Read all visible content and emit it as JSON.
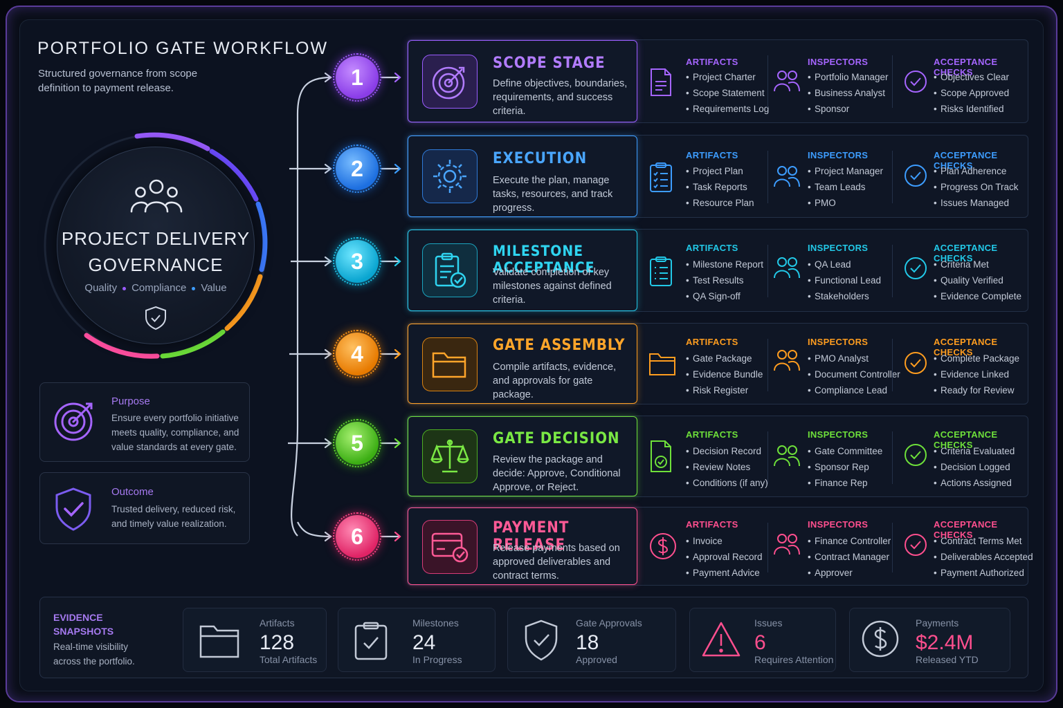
{
  "header": {
    "title": "PORTFOLIO GATE  WORKFLOW",
    "subtitle": "Structured governance from scope definition to payment release."
  },
  "core": {
    "title_line1": "PROJECT DELIVERY",
    "title_line2": "GOVERNANCE",
    "tags": [
      "Quality",
      "Compliance",
      "Value"
    ]
  },
  "purpose": {
    "title": "Purpose",
    "text": "Ensure every portfolio initiative meets quality, compliance, and value standards at every gate."
  },
  "outcome": {
    "title": "Outcome",
    "text": "Trusted delivery, reduced risk, and timely value realization."
  },
  "column_headers": {
    "artifacts": "ARTIFACTS",
    "inspectors": "INSPECTORS",
    "checks": "ACCEPTANCE CHECKS"
  },
  "stages": [
    {
      "number": "1",
      "title": "SCOPE STAGE",
      "color": "#a565ff",
      "description": "Define objectives, boundaries, requirements, and success criteria.",
      "artifacts": [
        "Project Charter",
        "Scope Statement",
        "Requirements Log"
      ],
      "inspectors": [
        "Portfolio Manager",
        "Business Analyst",
        "Sponsor"
      ],
      "checks": [
        "Objectives Clear",
        "Scope Approved",
        "Risks Identified"
      ]
    },
    {
      "number": "2",
      "title": "EXECUTION",
      "color": "#3d9dff",
      "description": "Execute the plan, manage tasks, resources, and track progress.",
      "artifacts": [
        "Project Plan",
        "Task Reports",
        "Resource Plan"
      ],
      "inspectors": [
        "Project Manager",
        "Team Leads",
        "PMO"
      ],
      "checks": [
        "Plan Adherence",
        "Progress On Track",
        "Issues Managed"
      ]
    },
    {
      "number": "3",
      "title": "MILESTONE ACCEPTANCE",
      "color": "#22c9e8",
      "description": "Validate completion of key milestones against defined criteria.",
      "artifacts": [
        "Milestone Report",
        "Test Results",
        "QA Sign-off"
      ],
      "inspectors": [
        "QA Lead",
        "Functional Lead",
        "Stakeholders"
      ],
      "checks": [
        "Criteria Met",
        "Quality Verified",
        "Evidence Complete"
      ]
    },
    {
      "number": "4",
      "title": "GATE ASSEMBLY",
      "color": "#ff9d1f",
      "description": "Compile artifacts, evidence, and approvals for gate package.",
      "artifacts": [
        "Gate Package",
        "Evidence Bundle",
        "Risk Register"
      ],
      "inspectors": [
        "PMO Analyst",
        "Document Controller",
        "Compliance Lead"
      ],
      "checks": [
        "Complete Package",
        "Evidence Linked",
        "Ready for Review"
      ]
    },
    {
      "number": "5",
      "title": "GATE DECISION",
      "color": "#6ee03a",
      "description": "Review the package and decide: Approve, Conditional Approve, or Reject.",
      "artifacts": [
        "Decision Record",
        "Review Notes",
        "Conditions (if any)"
      ],
      "inspectors": [
        "Gate Committee",
        "Sponsor Rep",
        "Finance Rep"
      ],
      "checks": [
        "Criteria Evaluated",
        "Decision Logged",
        "Actions Assigned"
      ]
    },
    {
      "number": "6",
      "title": "PAYMENT RELEASE",
      "color": "#ff4f8e",
      "description": "Release payments based on approved deliverables and contract terms.",
      "artifacts": [
        "Invoice",
        "Approval Record",
        "Payment Advice"
      ],
      "inspectors": [
        "Finance Controller",
        "Contract Manager",
        "Approver"
      ],
      "checks": [
        "Contract Terms Met",
        "Deliverables Accepted",
        "Payment Authorized"
      ]
    }
  ],
  "evidence": {
    "title": "EVIDENCE SNAPSHOTS",
    "subtitle": "Real-time visibility across the portfolio.",
    "stats": [
      {
        "label": "Artifacts",
        "value": "128",
        "sub": "Total Artifacts",
        "icon": "folder-icon"
      },
      {
        "label": "Milestones",
        "value": "24",
        "sub": "In Progress",
        "icon": "clipboard-check-icon"
      },
      {
        "label": "Gate Approvals",
        "value": "18",
        "sub": "Approved",
        "icon": "shield-check-icon"
      },
      {
        "label": "Issues",
        "value": "6",
        "sub": "Requires Attention",
        "icon": "warning-icon",
        "accent": "#ff4f8e"
      },
      {
        "label": "Payments",
        "value": "$2.4M",
        "sub": "Released YTD",
        "icon": "dollar-icon",
        "accent": "#ff4f8e"
      }
    ]
  }
}
